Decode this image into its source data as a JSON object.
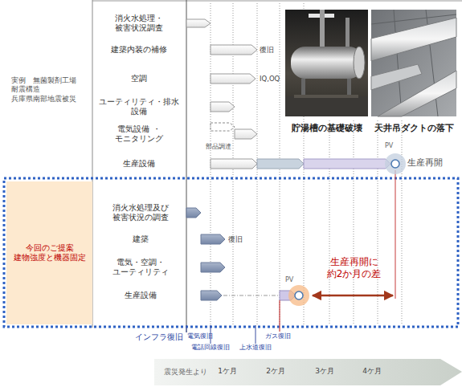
{
  "diagram": {
    "nodes": [
      {
        "text": [
          "PV",
          "生産再開"
        ]
      },
      {
        "text": [
          "今回のご提案 建物強度と機器固定"
        ]
      },
      {
        "text": [
          "PV"
        ]
      }
    ],
    "labels": [
      "実例　無菌製剤工場 耐震構造 兵庫県南部地震被災",
      "消火水処理・ 被害状況調査",
      "建築内装の補修",
      "復旧",
      "空調",
      "IQ,OQ",
      "ユーティリティ・排水 設備",
      "電気設備 ・モニタリング",
      "部品調達",
      "生産設備",
      "貯湯槽の基礎破壊",
      "天井吊ダクトの落下",
      "消火水処理及び 被害状況の調査",
      "建築",
      "復旧",
      "電気・空調・ ユーティリティ",
      "生産設備",
      "生産再開に 約2か月の差",
      "インフラ復旧",
      "電気復旧",
      "電話回線復旧",
      "上水道復旧",
      "ガス復旧",
      "震災発生より",
      "1ケ月",
      "2ケ月",
      "3ケ月",
      "4ケ月"
    ]
  }
}
